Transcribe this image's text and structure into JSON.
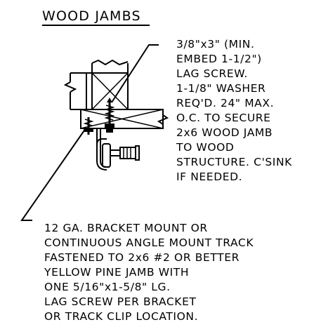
{
  "title": "WOOD JAMBS",
  "callout_top": [
    "3/8\"x3\" (MIN.",
    "EMBED 1-1/2\")",
    "LAG SCREW.",
    "1-1/8\" WASHER",
    "REQ'D. 24\" MAX.",
    "O.C. TO SECURE",
    "2x6 WOOD JAMB",
    "TO WOOD",
    "STRUCTURE. C'SINK",
    "IF NEEDED."
  ],
  "callout_bottom": [
    "12 GA. BRACKET MOUNT OR",
    "CONTINUOUS ANGLE MOUNT TRACK",
    "FASTENED TO 2x6 #2 OR BETTER",
    "YELLOW PINE JAMB WITH",
    "ONE 5/16\"x1-5/8\" LG.",
    "LAG SCREW PER BRACKET",
    "OR TRACK CLIP LOCATION."
  ]
}
